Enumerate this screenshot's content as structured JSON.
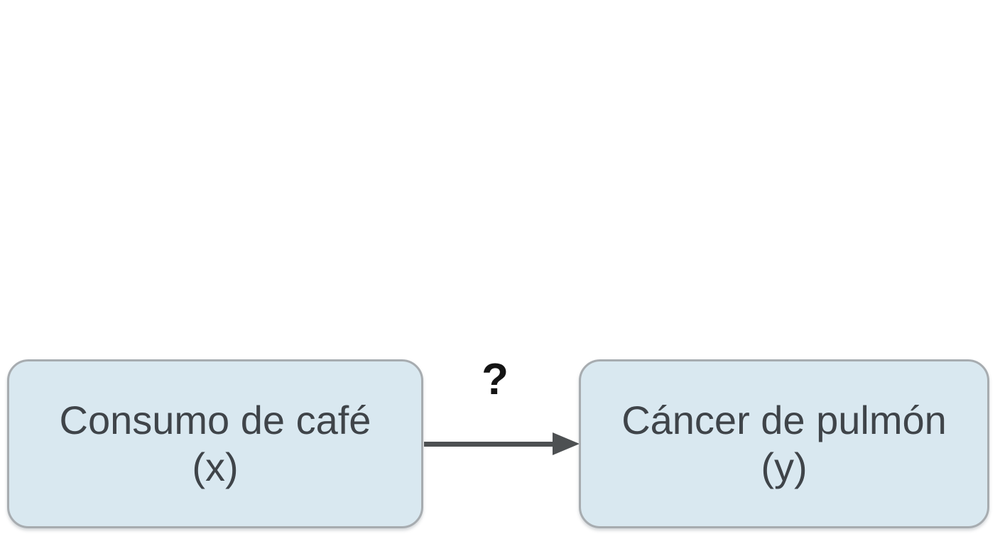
{
  "diagram": {
    "type": "causal-graph",
    "nodes": [
      {
        "label": "Consumo de café",
        "variable": "(x)"
      },
      {
        "label": "Cáncer de pulmón",
        "variable": "(y)"
      }
    ],
    "edge": {
      "label": "?",
      "from": 0,
      "to": 1,
      "direction": "left-to-right"
    },
    "colors": {
      "background": "#ffffff",
      "node_fill": "#d9e8f0",
      "node_border": "#a7acb0",
      "node_text": "#3f4449",
      "arrow": "#4d5052",
      "edge_label_color": "#141414"
    }
  }
}
